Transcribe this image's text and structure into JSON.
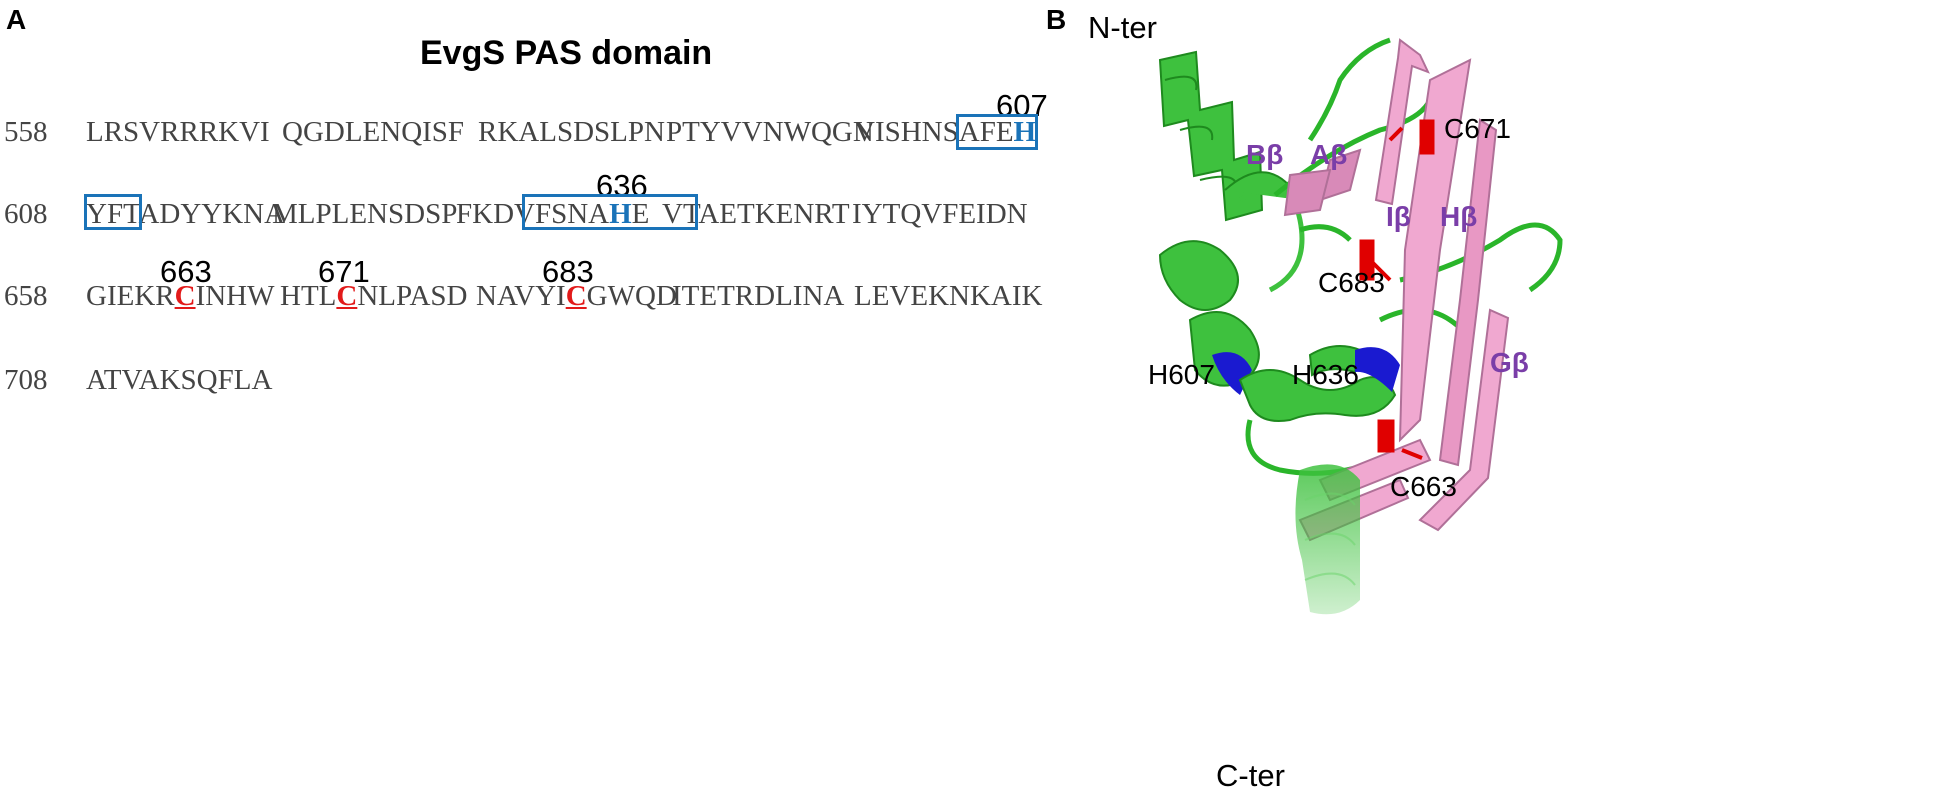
{
  "panel_a": {
    "letter": "A",
    "title": "EvgS PAS domain",
    "rows": [
      {
        "start": "558",
        "blocks": [
          "LRSVRRRKVI",
          "QGDLENQISF",
          "RKALSDSLPN",
          "PTYVVNWQGN",
          "VISHNS"
        ],
        "tail_pre": "AFE",
        "tail_his": "H"
      },
      {
        "start": "608",
        "b1": "YFTADYYKNA",
        "b2": "MLPLENSDSP",
        "b3_pre": "FKDVFSNA",
        "b3_his": "H",
        "b3_post": "E",
        "b4": "VTAETKENRT",
        "b5": "IYTQVFEIDN"
      },
      {
        "start": "658",
        "b1_pre": "GIEKR",
        "b1_cys": "C",
        "b1_post": "INHW",
        "b2_pre": "HTL",
        "b2_cys": "C",
        "b2_post": "NLPASD",
        "b3_pre": "NAVYI",
        "b3_cys": "C",
        "b3_post": "GWQD",
        "b4": "ITETRDLINA",
        "b5": "LEVEKNKAIK"
      },
      {
        "start": "708",
        "b1": "ATVAKSQFLA"
      }
    ],
    "position_labels": [
      "607",
      "636",
      "663",
      "671",
      "683"
    ],
    "colors": {
      "histidine": "#1a73b8",
      "cysteine": "#e21a1a",
      "box": "#1a73b8"
    }
  },
  "panel_b": {
    "letter": "B",
    "termini": {
      "n": "N-ter",
      "c": "C-ter"
    },
    "strands": [
      "Bβ",
      "Aβ",
      "Iβ",
      "Hβ",
      "Gβ"
    ],
    "residues": [
      "C671",
      "C683",
      "H607",
      "H636",
      "C663"
    ],
    "colors": {
      "helix": "#3ec13e",
      "sheet": "#f0a8d0",
      "cys": "#e00000",
      "his": "#1a1ad0",
      "strand_label": "#7a3ea8"
    }
  }
}
